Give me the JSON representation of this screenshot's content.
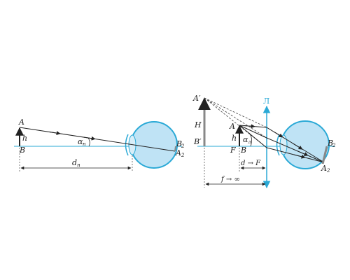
{
  "colors": {
    "axis": "#2aa9d6",
    "eye_fill": "#bfe3f5",
    "eye_stroke": "#2aa9d6",
    "lens_fill": "#d8eef8",
    "ray": "#222222",
    "object": "#222222",
    "image_object": "#888888",
    "dim": "#444444"
  },
  "left": {
    "point_A": "A",
    "point_B": "B",
    "height": "h",
    "angle": "α",
    "angle_sub": "н",
    "distance": "d",
    "distance_sub": "н",
    "retina_B": "B",
    "retina_B_sub": "2",
    "retina_A": "A",
    "retina_A_sub": "2"
  },
  "right": {
    "image_top": "A′",
    "image_base": "B′",
    "image_height": "H",
    "point_A": "A",
    "point_B": "B",
    "focus": "F",
    "height": "h",
    "angle": "α",
    "angle_sub": "л",
    "lens": "Л",
    "d_label": "d → F",
    "f_label": "f → ∞",
    "retina_B": "B",
    "retina_B_sub": "2",
    "retina_A": "A",
    "retina_A_sub": "2"
  }
}
